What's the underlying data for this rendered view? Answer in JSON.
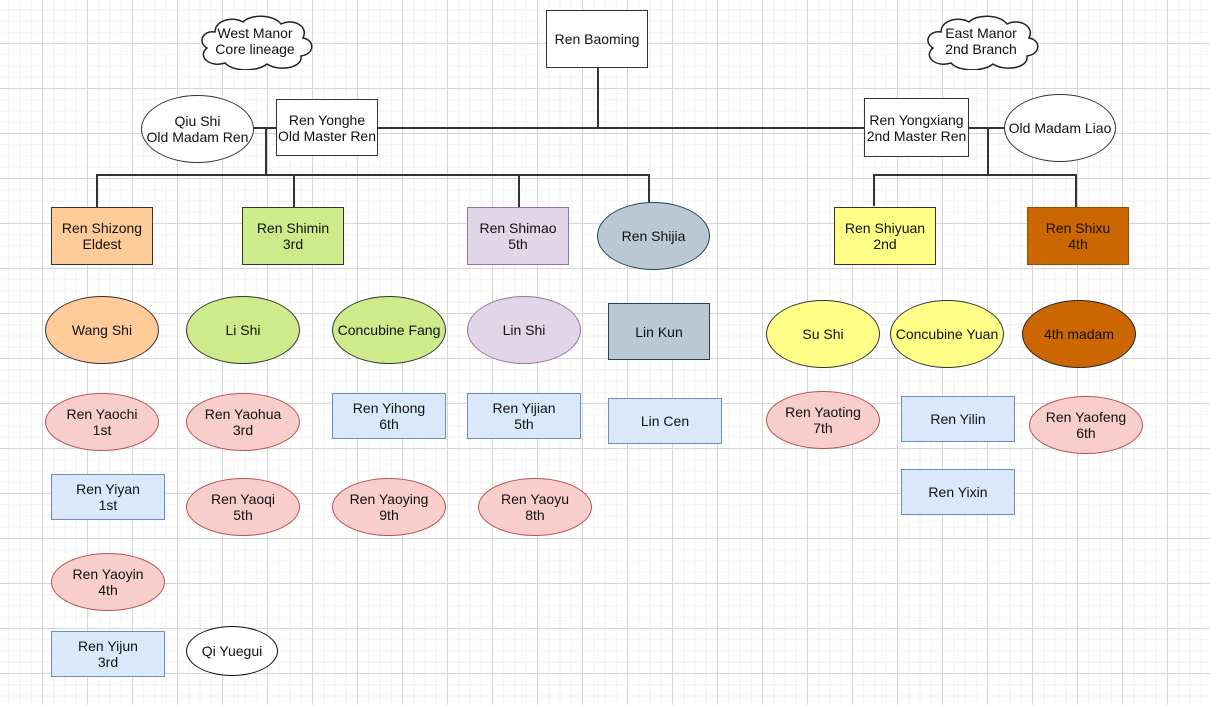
{
  "diagram": {
    "title_nodes": {
      "west_manor": "West Manor\nCore lineage",
      "east_manor": "East Manor\n2nd Branch"
    },
    "colors": {
      "white": "#ffffff",
      "orange_light": "#ffcc99",
      "green_light": "#cdeb8b",
      "purple_light": "#e1d5e7",
      "slate": "#bac8d3",
      "yellow_light": "#ffff88",
      "brown_orange": "#cc6600",
      "pink_light": "#f8cecc",
      "blue_light": "#dae8fc"
    },
    "nodes": {
      "ren_baoming": "Ren Baoming",
      "qiu_shi": "Qiu Shi\nOld Madam Ren",
      "ren_yonghe": "Ren Yonghe\nOld Master Ren",
      "ren_yongxiang": "Ren Yongxiang\n2nd Master Ren",
      "old_madam_liao": "Old Madam Liao",
      "ren_shizong": "Ren Shizong\nEldest",
      "ren_shimin": "Ren Shimin\n3rd",
      "ren_shimao": "Ren Shimao\n5th",
      "ren_shijia": "Ren Shijia",
      "ren_shiyuan": "Ren Shiyuan\n2nd",
      "ren_shixu": "Ren Shixu\n4th",
      "wang_shi": "Wang Shi",
      "li_shi": "Li Shi",
      "concubine_fang": "Concubine Fang",
      "lin_shi": "Lin Shi",
      "lin_kun": "Lin Kun",
      "su_shi": "Su Shi",
      "concubine_yuan": "Concubine Yuan",
      "fourth_madam": "4th madam",
      "ren_yaochi": "Ren Yaochi\n1st",
      "ren_yaohua": "Ren Yaohua\n3rd",
      "ren_yihong": "Ren Yihong\n6th",
      "ren_yijian": "Ren Yijian\n5th",
      "lin_cen": "Lin Cen",
      "ren_yaoting": "Ren Yaoting\n7th",
      "ren_yilin": "Ren Yilin",
      "ren_yaofeng": "Ren Yaofeng\n6th",
      "ren_yiyan": "Ren Yiyan\n1st",
      "ren_yaoqi": "Ren Yaoqi\n5th",
      "ren_yaoying": "Ren Yaoying\n9th",
      "ren_yaoyu": "Ren Yaoyu\n8th",
      "ren_yixin": "Ren Yixin",
      "ren_yaoyin": "Ren Yaoyin\n4th",
      "ren_yijun": "Ren Yijun\n3rd",
      "qi_yuegui": "Qi Yuegui"
    }
  }
}
